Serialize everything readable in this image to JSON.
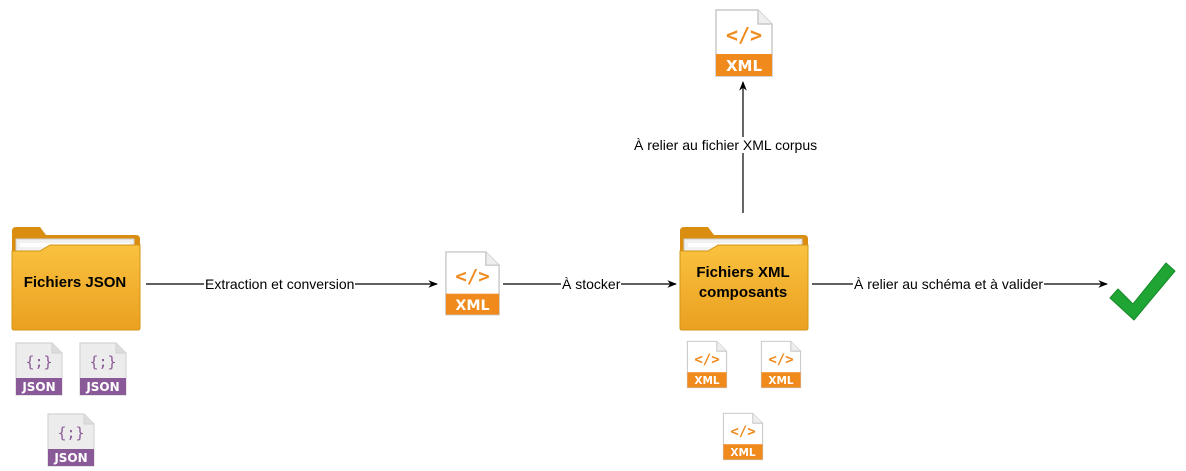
{
  "nodes": {
    "json_folder": {
      "label": "Fichiers JSON"
    },
    "xml_folder": {
      "label_line1": "Fichiers XML",
      "label_line2": "composants"
    }
  },
  "edges": {
    "extraction": "Extraction et conversion",
    "stocker": "À stocker",
    "corpus": "À relier au fichier XML corpus",
    "schema": "À relier au schéma et à valider"
  },
  "file_badges": {
    "xml": "XML",
    "json": "JSON",
    "xml_glyph": "</>",
    "json_glyph": "{;}"
  },
  "colors": {
    "folder": "#f5b12a",
    "folder_dark": "#d98e12",
    "xml_badge": "#f08a1d",
    "json_badge": "#8a5a98",
    "check": "#1fa534"
  },
  "icons": [
    "folder-icon",
    "xml-file-icon",
    "json-file-icon",
    "checkmark-icon"
  ]
}
